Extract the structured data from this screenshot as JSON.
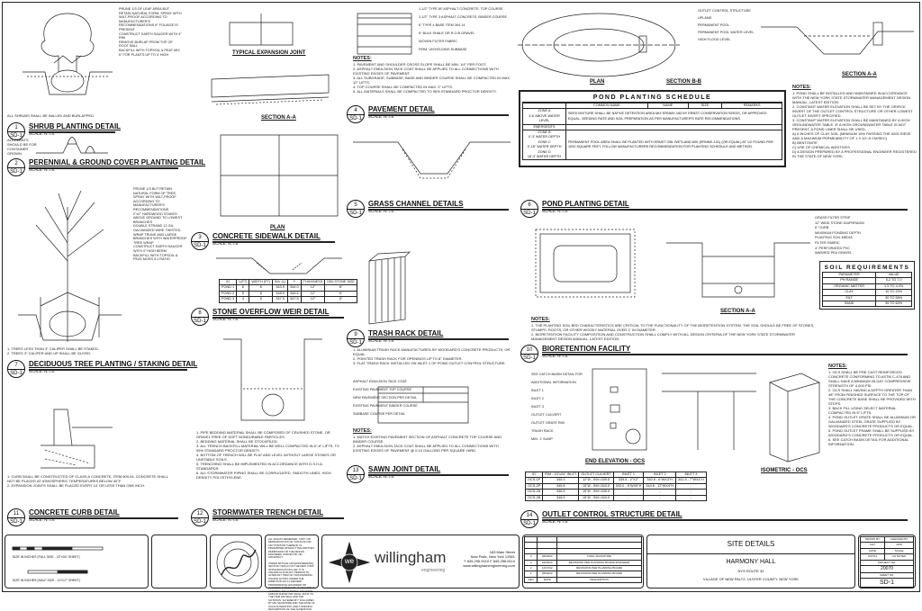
{
  "sheet_label": "SD-1",
  "details": [
    {
      "num": "1",
      "title": "SHRUB PLANTING DETAIL",
      "scale": "SCALE:   N.T.S."
    },
    {
      "num": "2",
      "title": "PERENNIAL & GROUND COVER PLANTING DETAIL",
      "scale": "SCALE:   N.T.S."
    },
    {
      "num": "3",
      "title": "CONCRETE SIDEWALK DETAIL",
      "scale": "SCALE:   N.T.S."
    },
    {
      "num": "4",
      "title": "PAVEMENT DETAIL",
      "scale": "SCALE:   N.T.S."
    },
    {
      "num": "5",
      "title": "GRASS CHANNEL DETAILS",
      "scale": "SCALE:   N.T.S."
    },
    {
      "num": "6",
      "title": "POND PLANTING DETAIL",
      "scale": "SCALE:   N.T.S."
    },
    {
      "num": "7",
      "title": "DECIDUOUS TREE PLANTING / STAKING DETAIL",
      "scale": "SCALE:   N.T.S."
    },
    {
      "num": "8",
      "title": "STONE OVERFLOW WEIR DETAIL",
      "scale": "SCALE:   N.T.S."
    },
    {
      "num": "9",
      "title": "TRASH RACK DETAIL",
      "scale": "SCALE:   N.T.S."
    },
    {
      "num": "10",
      "title": "BIORETENTION FACILITY",
      "scale": "SCALE:   N.T.S."
    },
    {
      "num": "11",
      "title": "CONCRETE CURB DETAIL",
      "scale": "SCALE:   N.T.S."
    },
    {
      "num": "12",
      "title": "STORMWATER TRENCH DETAIL",
      "scale": "SCALE:   N.T.S."
    },
    {
      "num": "13",
      "title": "SAWN JOINT DETAIL",
      "scale": "SCALE:   N.T.S."
    },
    {
      "num": "14",
      "title": "OUTLET CONTROL STRUCTURE DETAIL",
      "scale": "SCALE:   N.T.S."
    }
  ],
  "subtitles": {
    "expansion_joint": "TYPICAL EXPANSION JOINT",
    "section_aa_sidewalk": "SECTION A-A",
    "plan_sidewalk": "PLAN",
    "plan_weir": "PLAN",
    "plan_pond": "PLAN",
    "section_bb": "SECTION B-B",
    "section_aa_pond": "SECTION A-A",
    "section_aa_bio": "SECTION A-A",
    "end_elevation": "END ELEVATION - OCS",
    "isometric": "ISOMETRIC - OCS"
  },
  "notes": {
    "shrub": "ALL SHRUBS SHALL BE BALLED AND BURLAPPED.",
    "perennial": "ALL PLANTS SHOULD BE FOR CONTAINER GROWN.",
    "tree": [
      "1. TREES LESS THAN 3\" CALIPER SHALL BE STAKED.",
      "2. TREES 3\" CALIPER AND UP SHALL BE GUYED."
    ],
    "pavement": [
      "1. PAVEMENT AND SHOULDER CROSS SLOPE SHALL BE MIN. 1/4\" PER FOOT.",
      "2. ASPHALT EMULSION TACK COAT SHALL BE APPLIED TO ALL CONNECTIONS WITH EXISTING EDGES OF PAVEMENT.",
      "3. ALL SUBGRADE, SUBBASE, BASE AND BINDER COURSE SHALL BE COMPACTED IN MAX. 12\" LIFTS.",
      "4. TOP COURSE SHALL BE COMPACTED IN MAX. 2\" LIFTS.",
      "5. ALL MATERIALS SHALL BE COMPACTED TO 95% STANDARD PROCTOR DENSITY."
    ],
    "pond": [
      "1. POND SHALL BE INSTALLED AND MAINTAINED IN ACCORDANCE WITH THE NEW YORK STATE STORMWATER MANAGEMENT DESIGN MANUAL, LATEST EDITION.",
      "2. CONSTANT WATER ELEVATION SHALL BE SET BY THE ORIFICE INVERT OF THE OUTLET CONTROL STRUCTURE OR OTHER LOWEST OUTLET INVERT SPECIFIED.",
      "3. CONSTANT WATER ELEVATION SHALL BE MAINTAINED BY A HIGH GROUNDWATER TABLE. IF A HIGH GROUNDWATER TABLE IS NOT PRESENT, A POND LINER SHALL BE USED.",
      "A) 6 INCHES OF CLAY SOIL (MINIMUM 15% PASSING THE #200 SIEVE AND A MAXIMUM PERMEABILITY OF 1 X 10^-5 CM/SEC)",
      "B) BENTONITE",
      "C) USE OF CHEMICAL ADDITIVES",
      "D) A DESIGN PREPARED BY A PROFESSIONAL ENGINEER REGISTERED IN THE STATE OF NEW YORK"
    ],
    "trash": [
      "1. ALUMINUM TRASH RACK MANUFACTURED BY WOODARD'S CONCRETE PRODUCTS, OR EQUAL.",
      "2. POINTED TRASH RACK FOR OPENINGS UP TO 8\" DIAMETER.",
      "3. FLAT TRASH RACK INSTALLED ON INLET 1 OF POND OUTLET CONTROL STRUCTURE."
    ],
    "bio": [
      "1. THE PLANTING SOIL BED CHARACTERISTICS ARE CRITICAL TO THE FUNCTIONALITY OF THE BIORETENTION SYSTEM. THE SOIL SHOULD BE FREE OF STONES, STUMPS, ROOTS, OR OTHER WOODY MATERIAL OVER 1\" IN DIAMETER.",
      "2. BIORETENTION FACILITY COMPOSITION AND CONSTRUCTION SHALL COMPLY WITH ALL DESIGN CRITERIA OF THE NEW YORK STATE STORMWATER MANAGEMENT DESIGN MANUAL, LATEST EDITION."
    ],
    "curb": [
      "1. CURB SHALL BE CONSTRUCTED OF CLASS A CONCRETE, ITEM 609.04. CONCRETE SHALL NOT BE PLACED AT ATMOSPHERIC TEMPERATURES BELOW 40°F.",
      "2. EXPANSION JOINTS SHALL BE PLACED EVERY 10' OR LESS THAN ONE INCH."
    ],
    "trench": [
      "1. PIPE BEDDING MATERIAL SHALL BE COMPOSED OF CRUSHED STONE, OR GRAVEL FREE OF SOFT NONDURABLE PARTICLES.",
      "2. BEDDING MATERIAL SHALL BE STOCKPILED.",
      "3. ALL TRENCH BACKFILL MATERIAL WILL BE WELL COMPACTED IN 6\"-8\" LIFTS, TO 95% STANDARD PROCTOR DENSITY.",
      "4. BOTTOM OF TRENCH WILL BE FLAT AND LEVEL WITHOUT LARGE STONES OR UNSTABLE SOILS.",
      "5. TRENCHING SHALL BE IMPLEMENTED IN ACCORDANCE WITH O.S.H.A. STANDARDS.",
      "6. ALL STORMWATER PIPING SHALL BE CORRUGATED, SMOOTH LINED, HIGH DENSITY POLYETHYLENE."
    ],
    "sawn": [
      "1. MATCH EXISTING PAVEMENT SECTION OF ASPHALT CONCRETE TOP COURSE AND BINDER COURSE.",
      "2. ASPHALT EMULSION TACK COAT SHALL BE APPLIED TO ALL CONNECTIONS WITH EXISTING EDGES OF PAVEMENT @ 0.10 GALLONS PER SQUARE YARD."
    ],
    "ocs": [
      "1. OCS SHALL BE PRE CAST REINFORCED CONCRETE CONFORMING TO ASTM C-478 AND SHALL HAVE A MINIMUM 28 DAY COMPRESSIVE STRENGTH OF 4,000 PSI.",
      "2. OCS SHALL HAVING A DEPTH GREATER THAN 48\" FROM FINISHED SURFACE TO THE TOP OF THE CONCRETE BASE SHALL BE PROVIDED WITH STEPS.",
      "3. BACK FILL USING SELECT MATERIAL COMPACTED IN 6\" LIFTS.",
      "4. POND OUTLET GRATE SHALL BE ALUMINUM OR GALVANIZED STEEL GRATE SUPPLIED BY WOODARD'S CONCRETE PRODUCTS OR EQUAL.",
      "5. POND OUTLET FRAME SHALL BE SUPPLIED BY WOODARD'S CONCRETE PRODUCTS OR EQUAL.",
      "6. SEE CATCH BASIN DETAIL FOR ADDITIONAL INFORMATION."
    ],
    "notes_heading": "NOTES:"
  },
  "labels": {
    "shrub": "PRUNE 1/3 OF LEAF AREA BUT RETAIN NATURAL FORM. SPRAY WITH WILT-PROOF ACCORDING TO MANUFACTURER'S RECOMMENDATIONS IF FOLIAGE IS PRESENT\nCONSTRUCT EARTH SAUCER WITH 4\" RIM\nREMOVE BURLAP FROM TOP OF ROOT BALL\nBACKFILL WITH TOPSOIL & PEAT MIX\n6\" FOR PLANTS UP TO 4' HIGH",
    "tree": "PRUNE 1/3 BUT RETAIN NATURAL FORM OF TREE.\nSPRAY WITH WILT-PROOF ACCORDING TO MANUFACTURER'S RECOMMENDATIONS\n2\"x2\" HARDWOOD STAKES ABOVE GROUND TO LOWEST BRANCHES\nDOUBLE STRAND 12 GA. GALVANIZED WIRE TWISTED\nWRAP TRUNK AND LARGE BRANCHES WITH WATERPROOF TREE WRAP\nCONSTRUCT EARTH SAUCER WITH 4\" HIGH BERM\nBACKFILL WITH TOPSOIL & PEAT-MOSS 3:1 RATIO",
    "pavement": "1-1/2\" TYPE 6F ASPHALT CONCRETE, TOP COURSE\n2-1/2\" TYPE 3 ASPHALT CONCRETE, BINDER COURSE\n6\" TYPE 4 BASE ITEM 304.14\n6\" BULK SHALE OR R.O.B GRAVEL\nWOVEN FILTER FABRIC\nFIRM, UNYIELDING SUBBASE",
    "pond_plan": "OUTLET CONTROL STRUCTURE\nUPLAND\nPERMANENT POOL\nPERMANENT POOL WATER LEVEL\nHIGH FLOOD LEVEL",
    "bio": "GRASS FILTER STRIP\n12\" WIDE STONE DIAPHRAGM\n6\" CURB\nMAXIMUM PONDING DEPTH\nPLANTING SOIL MEDIA\nFILTER FABRIC\n4\" PERFORATED PVC\nWASHED PEA GRAVEL",
    "ocs": "SEE CATCH BASIN DETAIL FOR ADDITIONAL INFORMATION\nINLET 1\nINLET 2\nINLET 3\nOUTLET CULVERT\nOUTLET GRATE RIM\nTRASH RACK\nMIN. 1' SUMP",
    "sawn": "ASPHALT EMULSION TACK COAT\nEXISTING PAVEMENT TOP COURSE\nNEW PAVEMENT SECTION PER DETAIL\nEXISTING PAVEMENT BINDER COURSE\nSUBBASE COURSE PER DETAIL"
  },
  "pond_schedule": {
    "title": "POND PLANTING SCHEDULE",
    "headers": [
      "",
      "COMMON NAME",
      "NAME",
      "SIZE",
      "REMARKS"
    ],
    "rows": [
      {
        "zone": "ZONE A\n3-6' ABOVE WATER LEVEL",
        "text": "SEED MIXTURE SHALL BE NATIVE DETENTION AREA MIX ERNMX-183 BY ERNST CONSERVATION SEEDS, OR APPROVED EQUAL. SEEDING RATE AND SOIL PREPARATION AS PER MANUFACTURER'S RATE RECOMMENDATIONS."
      },
      {
        "zone": "EMERGENTS",
        "text": ""
      },
      {
        "zone": "ZONE B\n0'-3' WATER DEPTH\nZONE C\n3'-18\" WATER DEPTH\nZONE D\n18'-3' WATER DEPTH",
        "text": "PERMANENT POOL AREA SHALL BE PLANTED WITH ERNST OBL WETLAND MIX (ERNMX-131) (OR EQUAL) AT 1/2 POUND PER 1000 SQUARE FEET. FOLLOW MANUFACTURERS RECOMMENDATION FOR PLANTING SCHEDULE AND METHOD."
      }
    ]
  },
  "soil_requirements": {
    "title": "SOIL REQUIREMENTS",
    "headers": [
      "PARAMETER",
      "VALUE"
    ],
    "rows": [
      [
        "PH RANGE",
        "5.2 TO 7.0"
      ],
      [
        "ORGANIC MATTER",
        "1.5 TO 4.0%"
      ],
      [
        "CLAY",
        "10 TO 20%"
      ],
      [
        "SILT",
        "30 TO 55%"
      ],
      [
        "SAND",
        "35 TO 60%"
      ]
    ]
  },
  "weir_table": {
    "headers": [
      "ID",
      "L(FT)",
      "WIDTH (FT)",
      "INV (L)",
      "Y",
      "THICKNESS",
      "D50 STONE SIZE"
    ],
    "rows": [
      [
        "POND 1",
        "6",
        "6",
        "343.5",
        "344.0",
        "12\"",
        "6\""
      ],
      [
        "POND 2",
        "5",
        "6",
        "345.5",
        "345.5",
        "12\"",
        "6\""
      ],
      [
        "POND 3",
        "4",
        "6",
        "347.5",
        "347.5",
        "12\"",
        "6\""
      ]
    ]
  },
  "ocs_table": {
    "headers": [
      "ID",
      "RIM - 24\"x24\" INLET",
      "OUTLET CULVERT",
      "INLET 1",
      "INLET 2",
      "INLET 3"
    ],
    "rows": [
      [
        "OCS-1P",
        "345.3",
        "12\"Ø - INV=339.5",
        "339.5 - 2\"X2\"",
        "340.8 - 6\"WX3\"H",
        "341.9 - 7\"WX4\"H"
      ],
      [
        "OCS-2P",
        "345.8",
        "15\"Ø - INV=343.0",
        "343.0 - 6\"WX5\"H",
        "344.8 - 12\"WX4\"H",
        "-"
      ],
      [
        "OCS-1B",
        "346.5",
        "15\"Ø - INV=345.0",
        "-",
        "-",
        "-"
      ],
      [
        "OCS-2B",
        "346.5",
        "15\"Ø - INV=343.0",
        "-",
        "-",
        "-"
      ]
    ]
  },
  "title_block": {
    "scale_full": "SIZE IN INCHES (FULL SIZE - 22\"x34\" SHEET)",
    "scale_half": "SIZE IN INCHES (HALF SIZE - 11\"x17\" SHEET)",
    "scale_ticks_full": [
      "0",
      "1",
      "2",
      "3"
    ],
    "scale_ticks_half": [
      "0",
      "1"
    ],
    "seal_text": "STATE OF NEW YORK • PROFESSIONAL ENGINEER",
    "copyright": "ALL RIGHTS RESERVED. COPY OR REPRODUCTION OF THIS PLAN OR ANY PORTION THEREOF, IS PROHIBITED WITHOUT THE WRITTEN PERMISSION OF THE DESIGN ENGINEER, SURVEYOR, OR ARCHITECT.",
    "article": "UNDER ARTICLE 145 (ENGINEERING), SECTION 7209 (2) OF THE NEW YORK STATE EDUCATION LAW, IT IS UNLAWFUL FOR ANY PERSON TO ALTER ANY ITEM ON THIS DRAWING, UNLESS ACTING UNDER THE DIRECTION OF A LICENSED PROFESSIONAL ENGINEER OR LICENSED SURVEYOR. IF ANY ITEM IS ALTERED, THE ALTERING ENGINEER AND/OR SURVEYOR SHALL AFFIX TO THE ITEM HIS SEAL AND THE NOTATION \"ALTERED BY\" FOLLOWED BY HIS SIGNATURE AND THE DATE OF SUCH ALTERATION, AND A SPECIFIC DESCRIPTION OF THE ALTERATION.",
    "logo_mark": "we",
    "company": "willingham",
    "company_sub": "engineering",
    "address1": "183 Main Street",
    "address2": "New Paltz, New York 12561",
    "phone": "T 845.255.0010  F 845.256.8110",
    "web": "www.willinghamengineering.com",
    "revisions_headers": [
      "REV",
      "DATE",
      "DESCRIPTION"
    ],
    "revisions": [
      [
        "4",
        "06/26/24",
        "FINAL SIGNATURE"
      ],
      [
        "3",
        "02/26/24",
        "REVISIONS PER PLANNING BOARD ENGINEER"
      ],
      [
        "2",
        "10/17/22",
        "REVISIONS PER PLANNING BOARD"
      ],
      [
        "1",
        "06/02/22",
        "REVISIONS PER PLANNING BOARD"
      ]
    ],
    "sheet_title": "SITE DETAILS",
    "project_name": "HARMONY HALL",
    "route": "NYS ROUTE 32",
    "location": "VILLAGE OF NEW PALTZ, ULSTER COUNTY, NEW YORK",
    "drawn_by_label": "DRAWN BY",
    "drawn_by": "MLT",
    "checked_by_label": "CHECKED BY",
    "checked_by": "AVW",
    "date_label": "DATE",
    "date": "6/27/21",
    "scale_label": "SCALE",
    "scale": "AS NOTED",
    "project_no_label": "PROJECT NO.",
    "project_no": "20070",
    "sheet_no_label": "SHEET NO.",
    "sheet_no": "SD-1"
  }
}
